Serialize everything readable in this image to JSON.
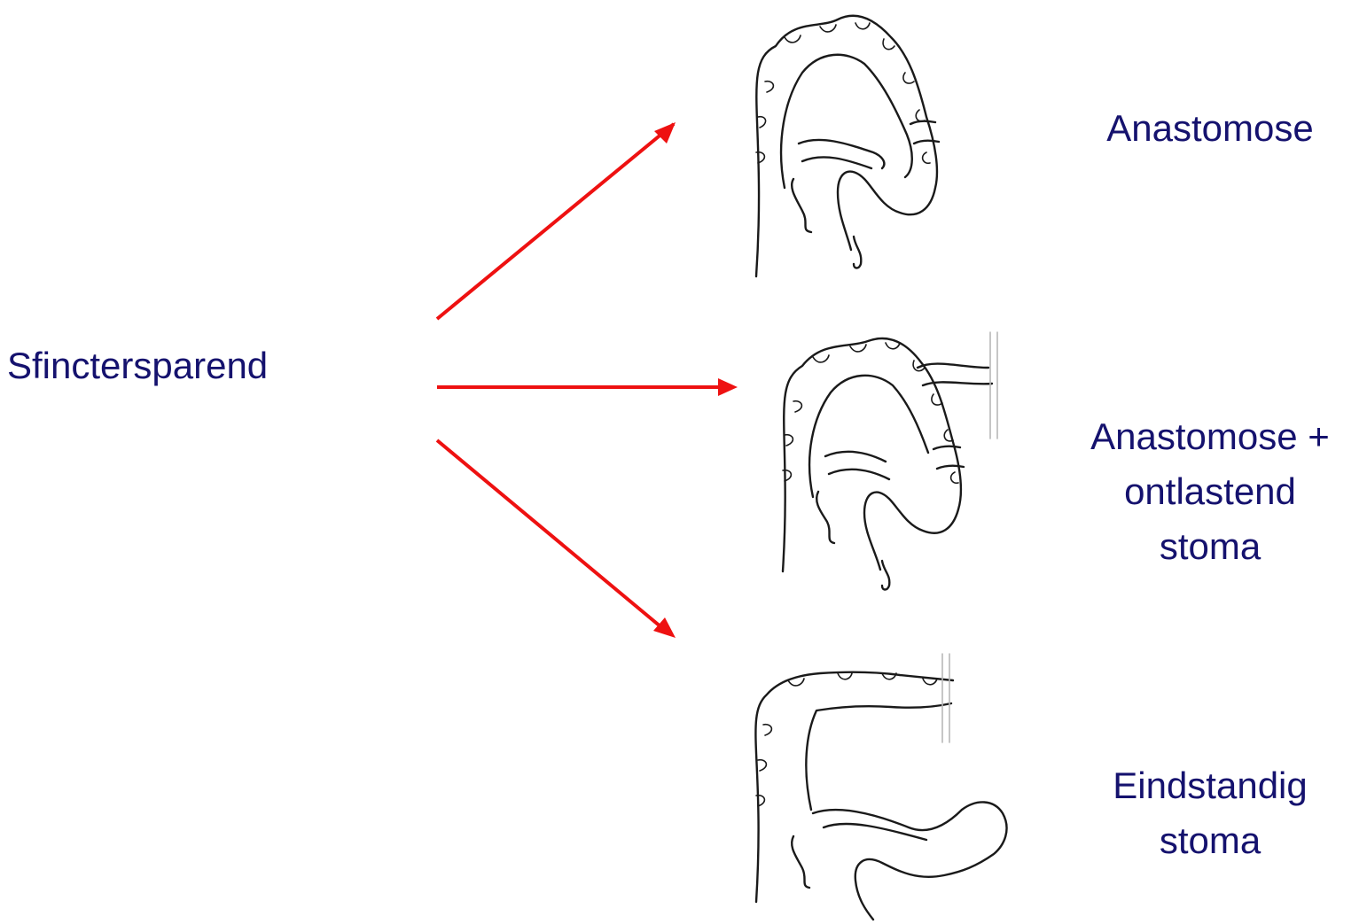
{
  "source": {
    "label": "Sfinctersparend"
  },
  "outcomes": [
    {
      "lines": [
        "Anastomose"
      ],
      "illustration": "colon-anastomose-icon"
    },
    {
      "lines": [
        "Anastomose +",
        "ontlastend",
        "stoma"
      ],
      "illustration": "colon-anastomose-stoma-icon"
    },
    {
      "lines": [
        "Eindstandig",
        "stoma"
      ],
      "illustration": "colon-eindstandig-stoma-icon"
    }
  ],
  "colors": {
    "text": "#15126e",
    "arrow": "#ee1111",
    "drawing": "#1a1a1a"
  }
}
